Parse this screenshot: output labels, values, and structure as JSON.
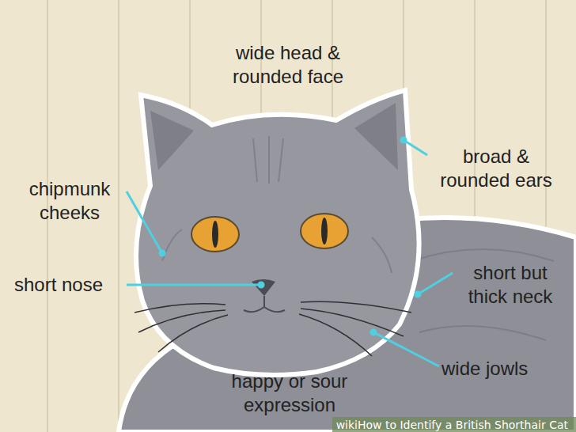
{
  "diagram": {
    "labels": [
      "wide head & rounded face",
      "broad & rounded ears",
      "chipmunk cheeks",
      "short nose",
      "short but thick neck",
      "wide jowls",
      "happy or sour expression",
      "wikiHow to Identify a British Shorthair Cat"
    ]
  }
}
